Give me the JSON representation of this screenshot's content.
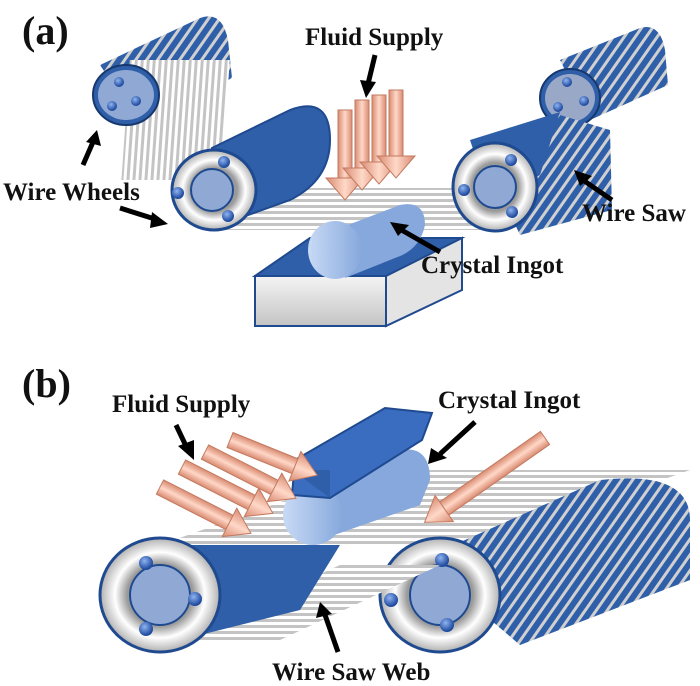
{
  "figure": {
    "panels": [
      {
        "id": "a",
        "label": "(a)",
        "annotations": {
          "fluid_supply": "Fluid Supply",
          "wire_wheels": "Wire Wheels",
          "wire_saw": "Wire Saw",
          "crystal_ingot": "Crystal Ingot"
        }
      },
      {
        "id": "b",
        "label": "(b)",
        "annotations": {
          "fluid_supply": "Fluid Supply",
          "crystal_ingot": "Crystal Ingot",
          "wire_saw_web": "Wire Saw Web"
        }
      }
    ],
    "colors": {
      "roller_blue": "#2f5fa8",
      "roller_dark": "#1f4a8f",
      "hub_light": "#8fa8d4",
      "ingot_light": "#bcd0f0",
      "wire_gray": "#c8c8c8",
      "arrow_copper": "#f0a890",
      "box_gray": "#dcdcdc"
    }
  }
}
